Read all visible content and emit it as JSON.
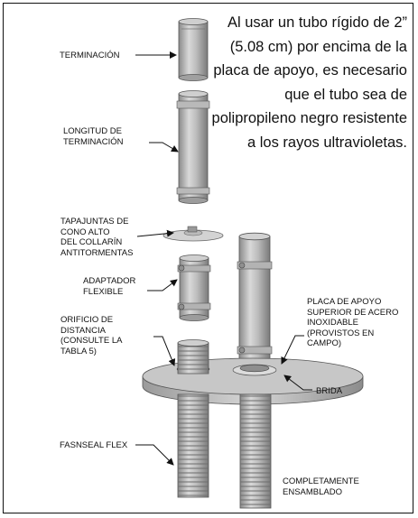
{
  "note": "Al usar un tubo rígido de 2” (5.08 cm) por encima de la placa de apoyo, es necesario que el tubo sea de polipropileno negro resistente a los rayos ultravioletas.",
  "labels": {
    "terminacion": "TERMINACIÓN",
    "longitud": "LONGITUD DE\nTERMINACIÓN",
    "tapajuntas": "TAPAJUNTAS DE\nCONO ALTO\nDEL COLLARÍN\nANTITORMENTAS",
    "adaptador": "ADAPTADOR\nFLEXIBLE",
    "orificio": "ORIFICIO DE\nDISTANCIA\n(CONSULTE LA\nTABLA 5)",
    "placa": "PLACA DE APOYO\nSUPERIOR DE ACERO\nINOXIDABLE\n(PROVISTOS EN\nCAMPO)",
    "brida": "BRIDA",
    "fasnseal": "FASNSEAL FLEX",
    "completo": "COMPLETAMENTE\nENSAMBLADO"
  }
}
